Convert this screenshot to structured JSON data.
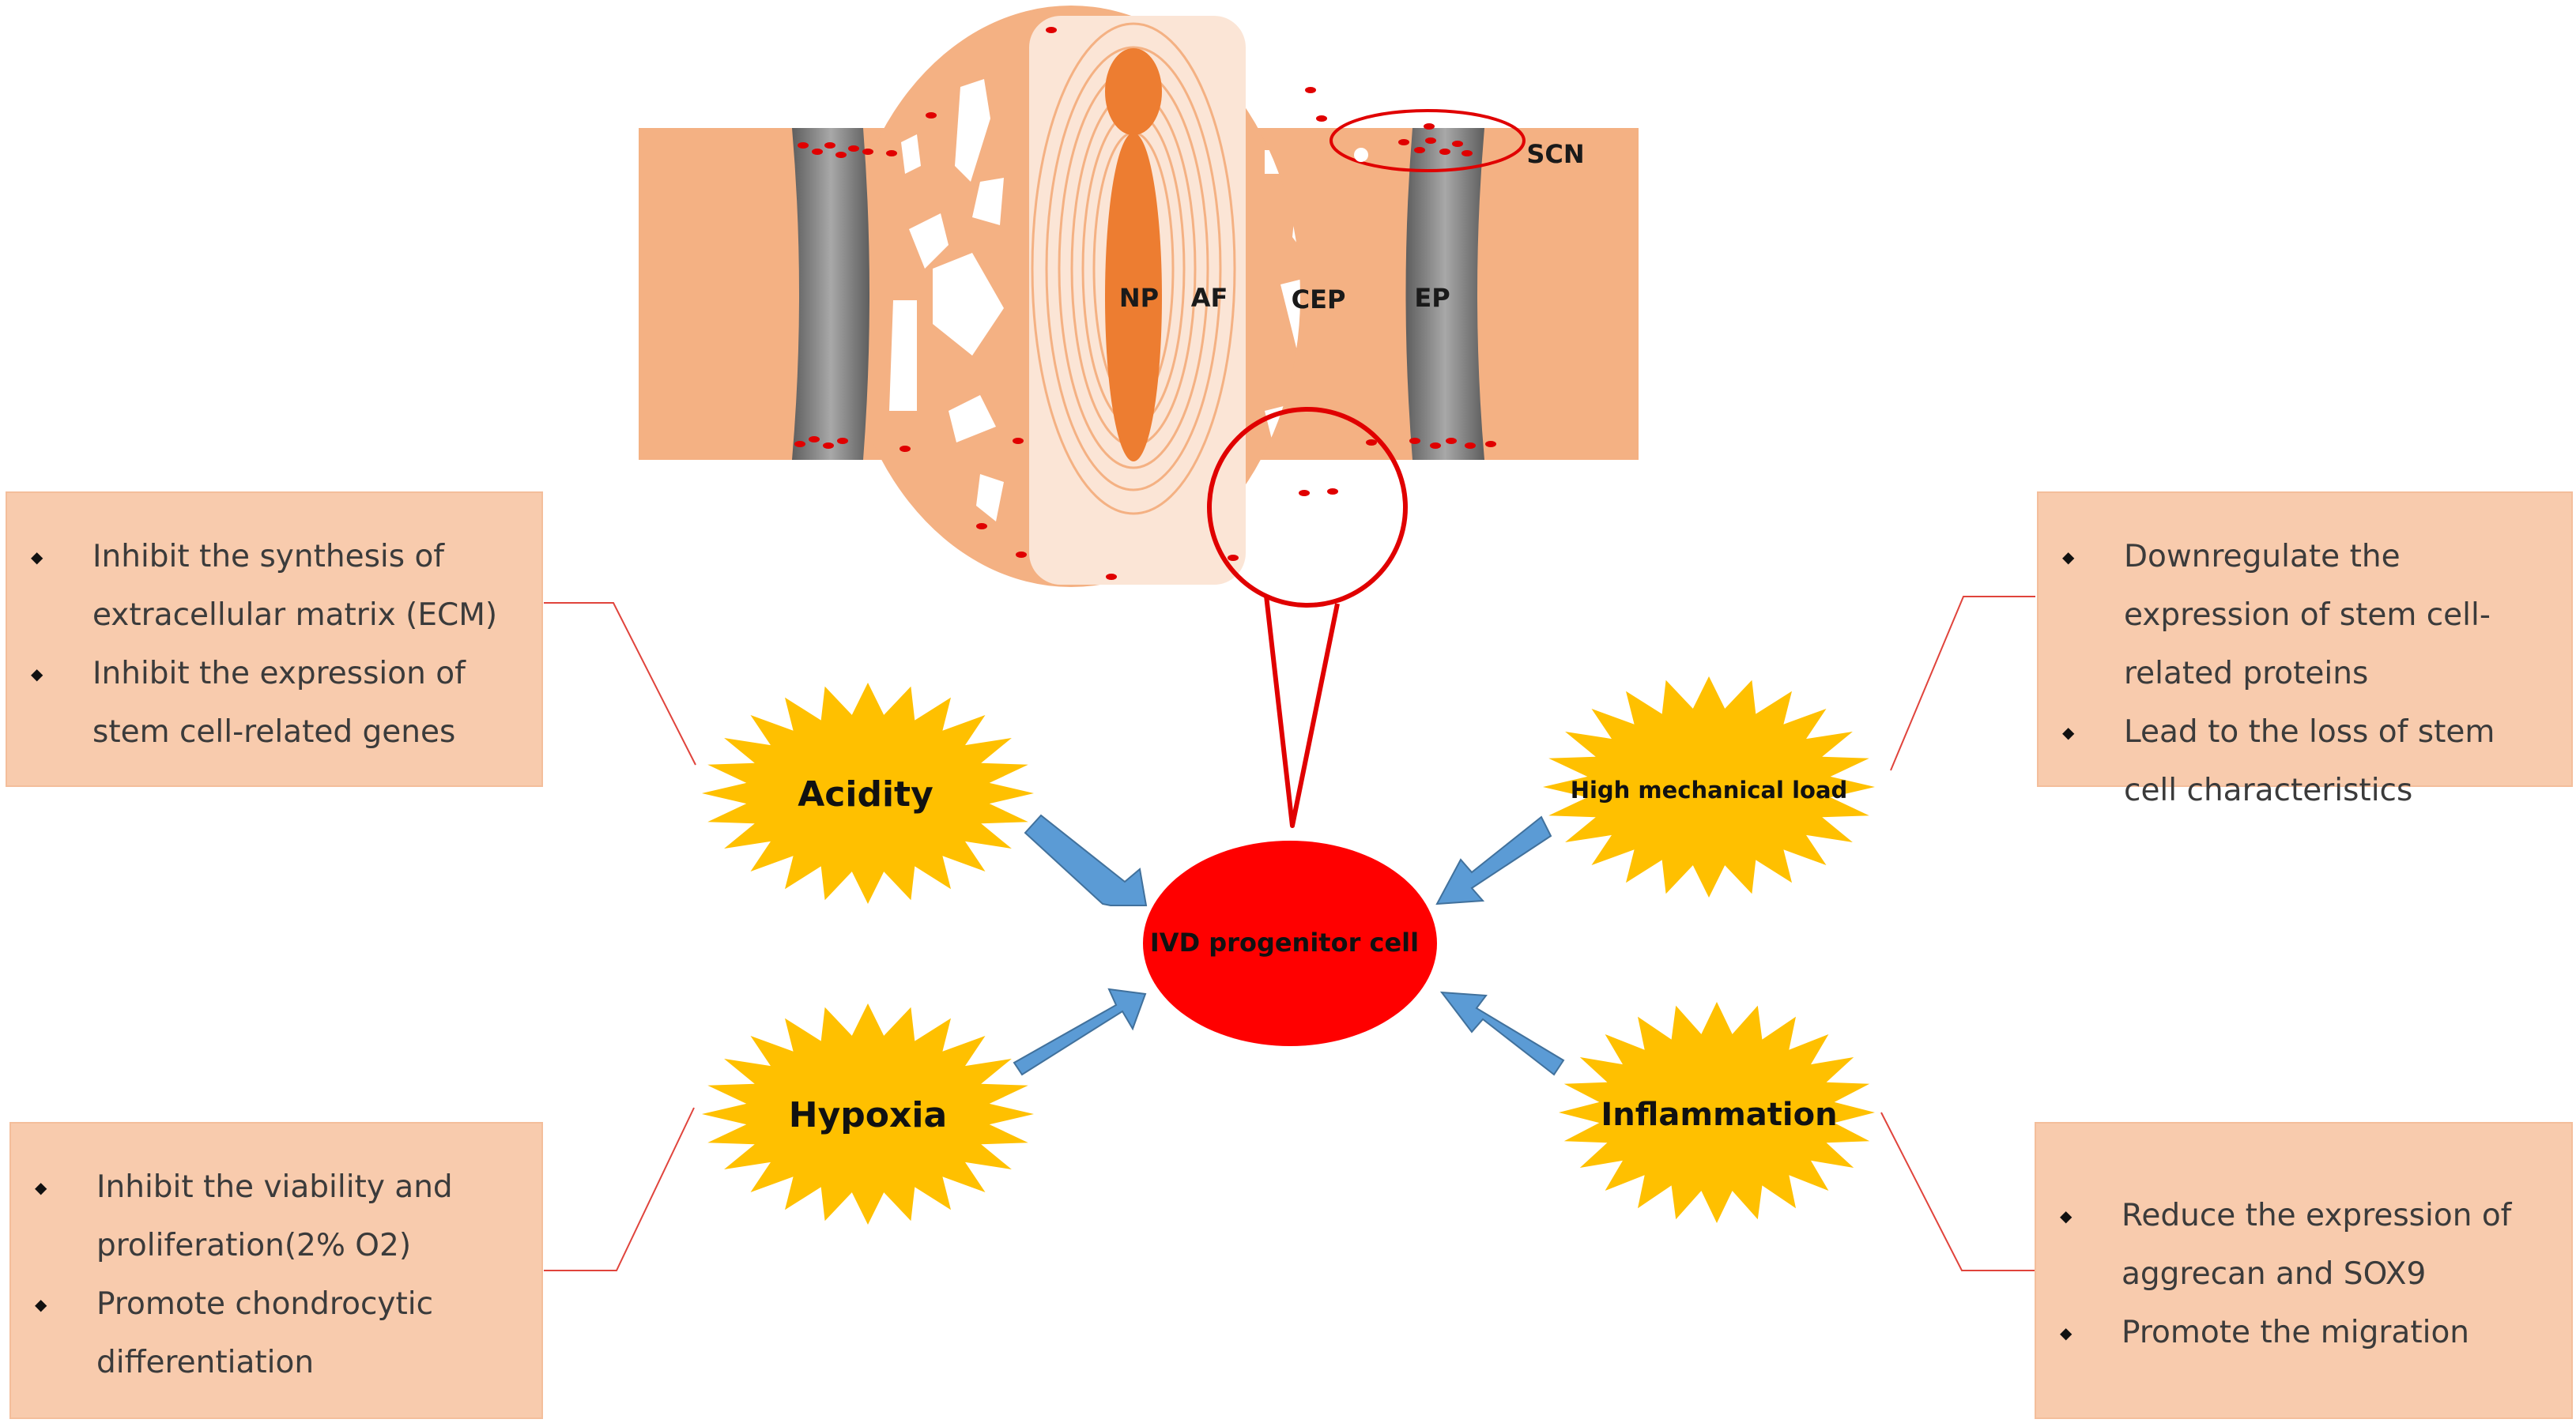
{
  "disc": {
    "labels": {
      "np": "NP",
      "af": "AF",
      "cep": "CEP",
      "ep": "EP",
      "scn": "SCN"
    }
  },
  "center": {
    "label": "IVD progenitor cell"
  },
  "factors": {
    "acidity": "Acidity",
    "hypoxia": "Hypoxia",
    "mechanical": "High mechanical load",
    "inflammation": "Inflammation"
  },
  "boxes": {
    "acidity": [
      "Inhibit the synthesis of extracellular matrix (ECM)",
      "Inhibit the expression of stem cell-related genes"
    ],
    "mechanical": [
      "Downregulate the expression of stem cell-related proteins",
      "Lead to the loss of stem cell characteristics"
    ],
    "hypoxia": [
      "Inhibit the viability and proliferation(2% O2)",
      "Promote chondrocytic differentiation"
    ],
    "inflammation": [
      "Reduce the expression of aggrecan and SOX9",
      "Promote the migration"
    ]
  },
  "colors": {
    "disc": "#F4B183",
    "plate": "#808080",
    "nucleus": "#ED7D31",
    "star": "#FFC000",
    "center": "#FF0000",
    "arrow": "#5B9BD5",
    "box": "#F8CBAD",
    "connector": "#E0443C"
  }
}
